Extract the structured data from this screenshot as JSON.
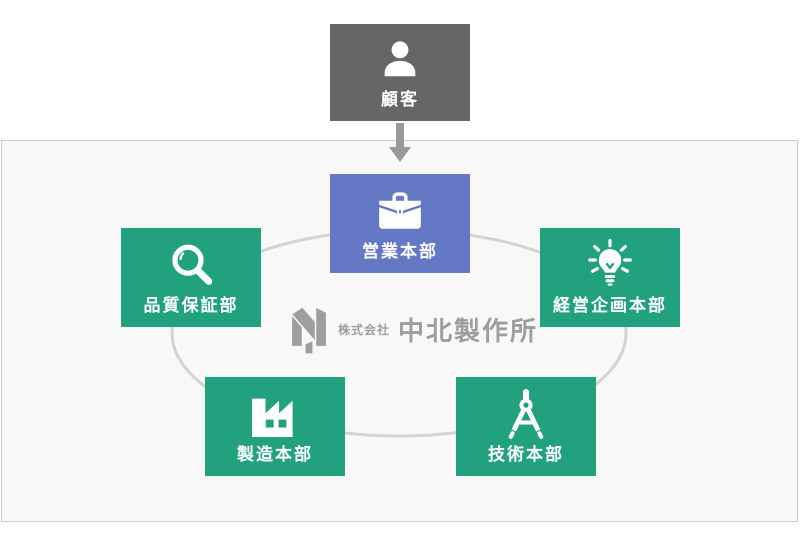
{
  "customer": {
    "label": "顧客",
    "color": "#666666",
    "icon": "person-icon"
  },
  "arrow": {
    "direction": "down",
    "color": "#97999d"
  },
  "diagram": {
    "background": "#f8f8f8",
    "border_color": "#cccccc",
    "ring_color": "#d3d3d3",
    "nodes": [
      {
        "label": "営業本部",
        "color": "#6478c6",
        "icon": "briefcase-icon"
      },
      {
        "label": "品質保証部",
        "color": "#21a17e",
        "icon": "magnifier-icon"
      },
      {
        "label": "経営企画本部",
        "color": "#21a17e",
        "icon": "lightbulb-icon"
      },
      {
        "label": "製造本部",
        "color": "#21a17e",
        "icon": "factory-icon"
      },
      {
        "label": "技術本部",
        "color": "#21a17e",
        "icon": "compass-icon"
      }
    ],
    "logo": {
      "mark": "N",
      "company_prefix": "株式会社",
      "company_name": "中北製作所",
      "color": "#9e9e9e"
    }
  }
}
